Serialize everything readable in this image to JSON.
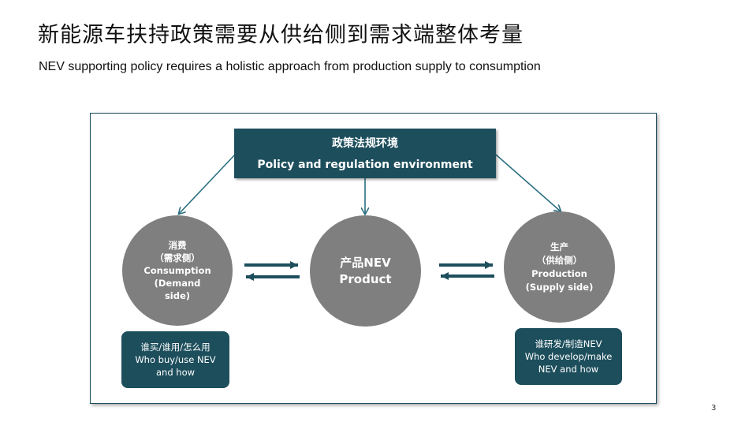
{
  "title": {
    "zh": "新能源车扶持政策需要从供给侧到需求端整体考量",
    "en": "NEV supporting policy requires a holistic approach from production supply to consumption"
  },
  "policy_box": {
    "zh": "政策法规环境",
    "en": "Policy and regulation environment"
  },
  "consumption_circle": {
    "lines": [
      "消费",
      "（需求侧）",
      "Consumption",
      "(Demand",
      "side)"
    ]
  },
  "product_circle": {
    "lines": [
      "产品NEV",
      "Product"
    ]
  },
  "production_circle": {
    "lines": [
      "生产",
      "（供给侧）",
      "Production",
      "(Supply side)"
    ]
  },
  "consumption_note": {
    "lines": [
      "谁买/谁用/怎么用",
      "Who buy/use NEV",
      "and how"
    ]
  },
  "production_note": {
    "lines": [
      "谁研发/制造NEV",
      "Who develop/make",
      "NEV and how"
    ]
  },
  "page_number": "3",
  "colors": {
    "teal": "#1d4e5c",
    "arrow": "#2a6f80",
    "circle": "#7f7f7f"
  }
}
